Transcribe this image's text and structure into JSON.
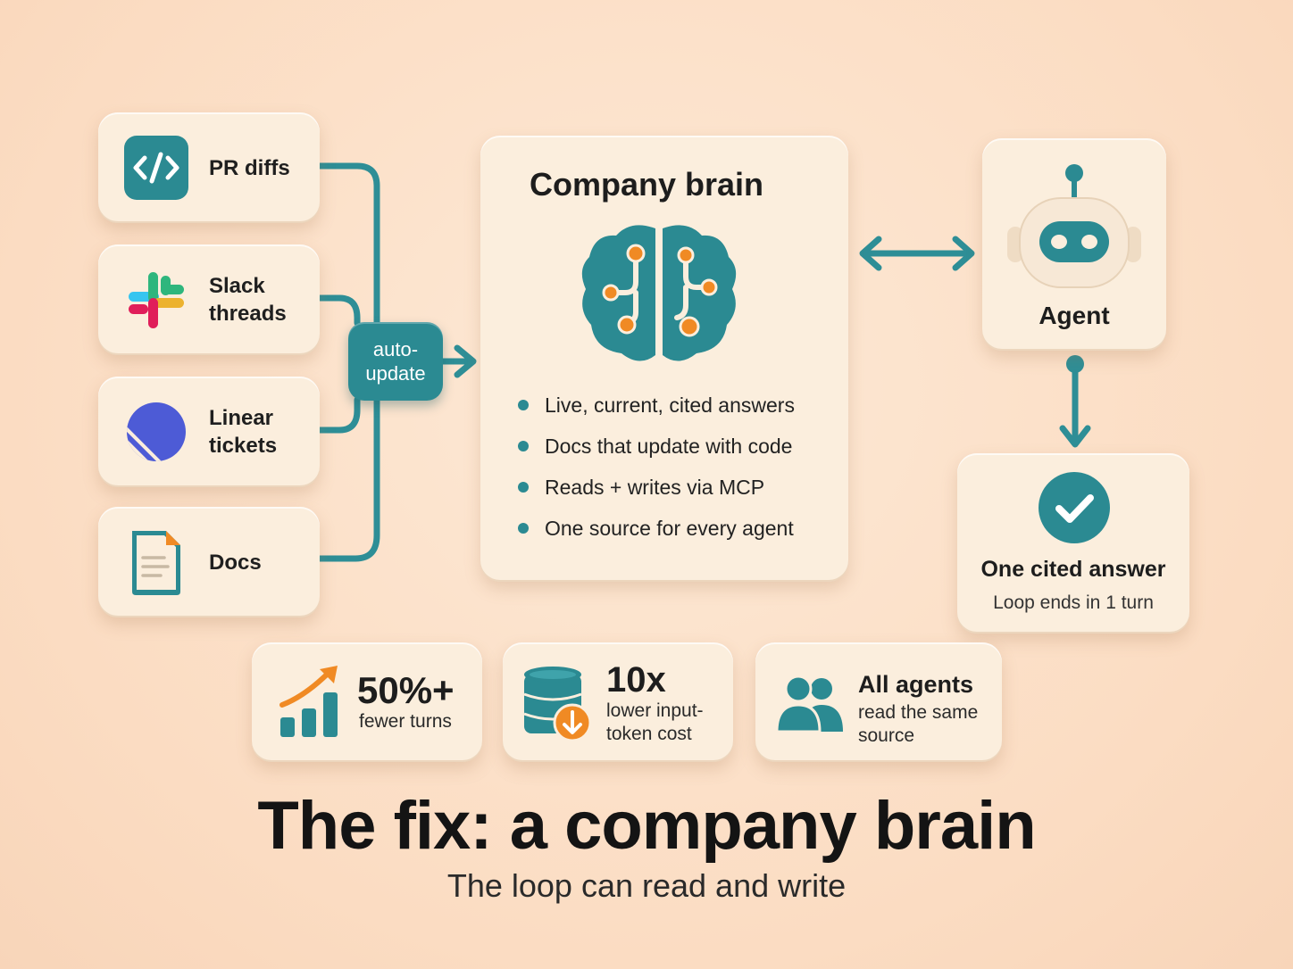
{
  "sources": [
    {
      "label": "PR diffs",
      "icon": "code-icon"
    },
    {
      "label_line1": "Slack",
      "label_line2": "threads",
      "icon": "slack-icon"
    },
    {
      "label_line1": "Linear",
      "label_line2": "tickets",
      "icon": "linear-icon"
    },
    {
      "label": "Docs",
      "icon": "document-icon"
    }
  ],
  "hub": {
    "line1": "auto-",
    "line2": "update"
  },
  "brain": {
    "title": "Company brain",
    "icon": "brain-circuit-icon",
    "bullets": [
      "Live, current, cited answers",
      "Docs that update with code",
      "Reads + writes via MCP",
      "One source for every agent"
    ]
  },
  "agent": {
    "label": "Agent",
    "icon": "robot-icon"
  },
  "answer": {
    "title": "One cited answer",
    "subtitle": "Loop ends in 1 turn",
    "icon": "checkmark-icon"
  },
  "stats": [
    {
      "big": "50%+",
      "small_line1": "fewer turns",
      "icon": "growth-chart-icon"
    },
    {
      "big": "10x",
      "small_line1": "lower input-",
      "small_line2": "token cost",
      "icon": "database-down-icon"
    },
    {
      "big": "All agents",
      "small_line1": "read the same",
      "small_line2": "source",
      "icon": "users-icon"
    }
  ],
  "headline": "The fix: a company brain",
  "subhead": "The loop can read and write",
  "colors": {
    "teal": "#2b8a92",
    "orange": "#f08a24",
    "card": "#fbeedd",
    "background": "#fbdcc2"
  }
}
